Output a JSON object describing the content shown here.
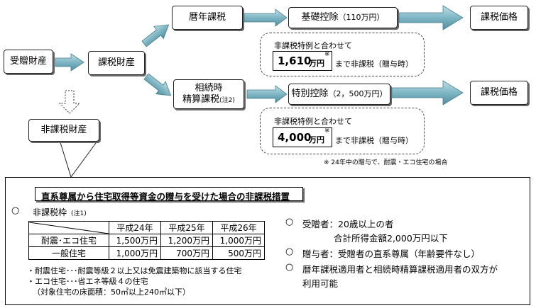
{
  "flow": {
    "gift_property": "受贈財産",
    "taxable_property": "課税財産",
    "nontaxable_property": "非課税財産",
    "annual_taxation": "暦年課税",
    "settlement_line1": "相続時",
    "settlement_line2": "精算課税",
    "settlement_note": "(注2)",
    "basic_deduction": "基礎控除",
    "basic_deduction_amount": "（110万円）",
    "special_deduction": "特別控除",
    "special_deduction_amount": "（2，500万円）",
    "taxable_value_1": "課税価格",
    "taxable_value_2": "課税価格"
  },
  "callouts": {
    "c1_title": "非課税特例と合わせて",
    "c1_value": "1,610",
    "c1_unit": "万円",
    "c1_mark": "※",
    "c1_suffix": "まで非課税（贈与時）",
    "c2_title": "非課税特例と合わせて",
    "c2_value": "4,000",
    "c2_unit": "万円",
    "c2_mark": "※",
    "c2_suffix": "まで非課税（贈与時）",
    "footnote": "※ 24年中の贈与で、耐震・エコ住宅の場合"
  },
  "panel": {
    "title": "直系尊属から住宅取得等資金の贈与を受けた場合の非課税措置",
    "limit_label": "非課税枠",
    "limit_note": "(注1)",
    "circle": "○",
    "table": {
      "headers": [
        "平成24年",
        "平成25年",
        "平成26年"
      ],
      "rows": [
        {
          "label": "耐震･エコ住宅",
          "values": [
            "1,500万円",
            "1,200万円",
            "1,000万円"
          ]
        },
        {
          "label": "一般住宅",
          "values": [
            "1,000万円",
            "700万円",
            "500万円"
          ]
        }
      ]
    },
    "note1": "・耐震住宅･･･耐震等級２以上又は免震建築物に該当する住宅",
    "note2": "・エコ住宅･･･省エネ等級４の住宅",
    "note3": "（対象住宅の床面積：50㎡以上240㎡以下）",
    "right": {
      "r1a": "受贈者：20歳以上の者",
      "r1b": "合計所得金額2,000万円以下",
      "r2": "贈与者：受贈者の直系尊属（年齢要件なし）",
      "r3a": "暦年課税適用者と相続時精算課税適用者の双方が",
      "r3b": "利用可能"
    }
  }
}
